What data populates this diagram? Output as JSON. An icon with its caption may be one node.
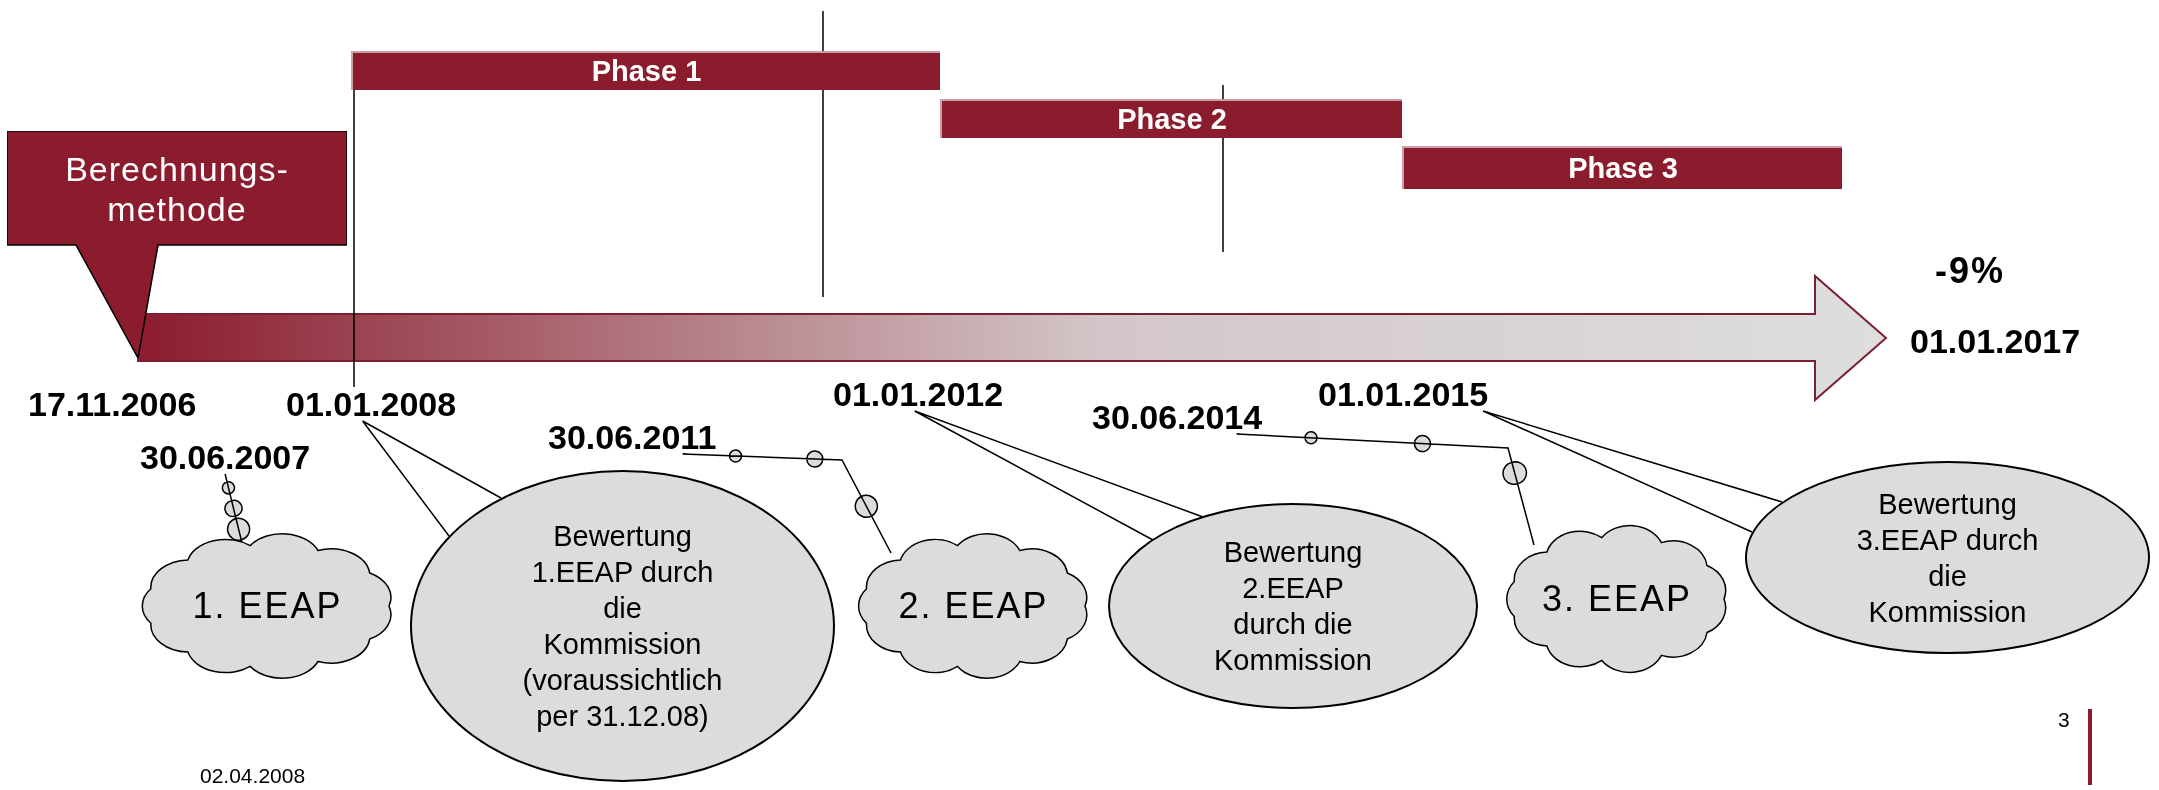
{
  "diagram": {
    "nodes": [
      {
        "text": [
          "Berechnungs- methode"
        ]
      },
      {
        "text": [
          "Phase 1"
        ]
      },
      {
        "text": [
          "Phase 2"
        ]
      },
      {
        "text": [
          "Phase 3"
        ]
      },
      {
        "text": [
          "01.01.2008"
        ]
      },
      {
        "text": [
          "30.06.2007"
        ]
      },
      {
        "text": [
          "30.06.2011"
        ]
      },
      {
        "text": [
          "01.01.2012"
        ]
      },
      {
        "text": [
          "30.06.2014"
        ]
      },
      {
        "text": [
          "01.01.2015"
        ]
      },
      {
        "text": [
          "1. EEAP"
        ]
      },
      {
        "text": [
          "Bewertung 1.EEAP durch die Kommission (voraussichtlich per 31.12.08)"
        ]
      },
      {
        "text": [
          "2. EEAP"
        ]
      },
      {
        "text": [
          "Bewertung 2.EEAP durch die Kommission"
        ]
      },
      {
        "text": [
          "3. EEAP"
        ]
      },
      {
        "text": [
          "Bewertung 3.EEAP durch die Kommission"
        ]
      }
    ],
    "edges": [
      {
        "from": 10,
        "to": 5,
        "arrow": "none"
      },
      {
        "from": 11,
        "to": 4,
        "arrow": "none"
      },
      {
        "from": 12,
        "to": 6,
        "arrow": "none"
      },
      {
        "from": 13,
        "to": 7,
        "arrow": "none"
      },
      {
        "from": 14,
        "to": 8,
        "arrow": "none"
      },
      {
        "from": 15,
        "to": 9,
        "arrow": "none"
      },
      {
        "from": 1,
        "to": 4,
        "arrow": "none"
      }
    ],
    "labels": [
      "-9%",
      "01.01.2017",
      "17.11.2006",
      "02.04.2008",
      "3"
    ]
  }
}
